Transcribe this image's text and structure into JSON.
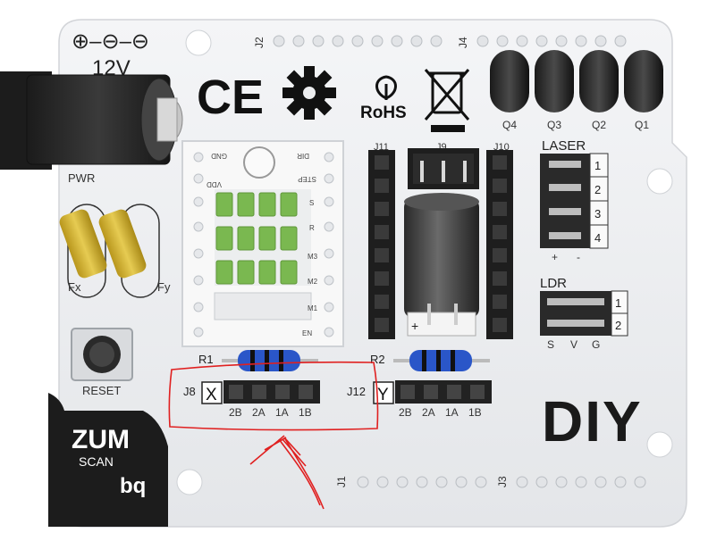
{
  "board": {
    "top_polarity": "⊕–⊖–⊖",
    "voltage": "12V",
    "power_label": "PWR",
    "ce_mark": "CE",
    "rohs": "RoHS",
    "transistors": [
      "Q4",
      "Q3",
      "Q2",
      "Q1"
    ],
    "header_j2": "J2",
    "header_j4": "J4",
    "header_j1": "J1",
    "header_j3": "J3",
    "laser_title": "LASER",
    "laser_pins": [
      "1",
      "2",
      "3",
      "4"
    ],
    "laser_signs": [
      "+",
      "-"
    ],
    "ldr_title": "LDR",
    "ldr_pins": [
      "1",
      "2"
    ],
    "ldr_signs": [
      "S",
      "V",
      "G"
    ],
    "connectors": {
      "j11": "J11",
      "j9": "J9",
      "j10": "J10"
    },
    "cap_plus": "+",
    "fuse_x": "Fx",
    "fuse_y": "Fy",
    "reset_label": "RESET",
    "r1": "R1",
    "r2": "R2",
    "j8": "J8",
    "j12": "J12",
    "axis_x": "X",
    "axis_y": "Y",
    "pins": [
      "2B",
      "2A",
      "1A",
      "1B"
    ],
    "brand_main": "ZUM",
    "brand_sub": "SCAN",
    "brand_logo": "bq",
    "diy_logo": "DIY",
    "driver_labels": {
      "gnd": "GND",
      "dir": "DIR",
      "vdd": "VDD",
      "step": "STEP",
      "en": "EN",
      "s": "S",
      "r": "R",
      "m3": "M3",
      "m2": "M2",
      "m1": "M1"
    }
  },
  "colors": {
    "pcb": "#ecedef",
    "annotation": "#e02020",
    "resistor": "#2a56c8",
    "heatsink": "#7ab850",
    "fuse": "#d8b838"
  }
}
